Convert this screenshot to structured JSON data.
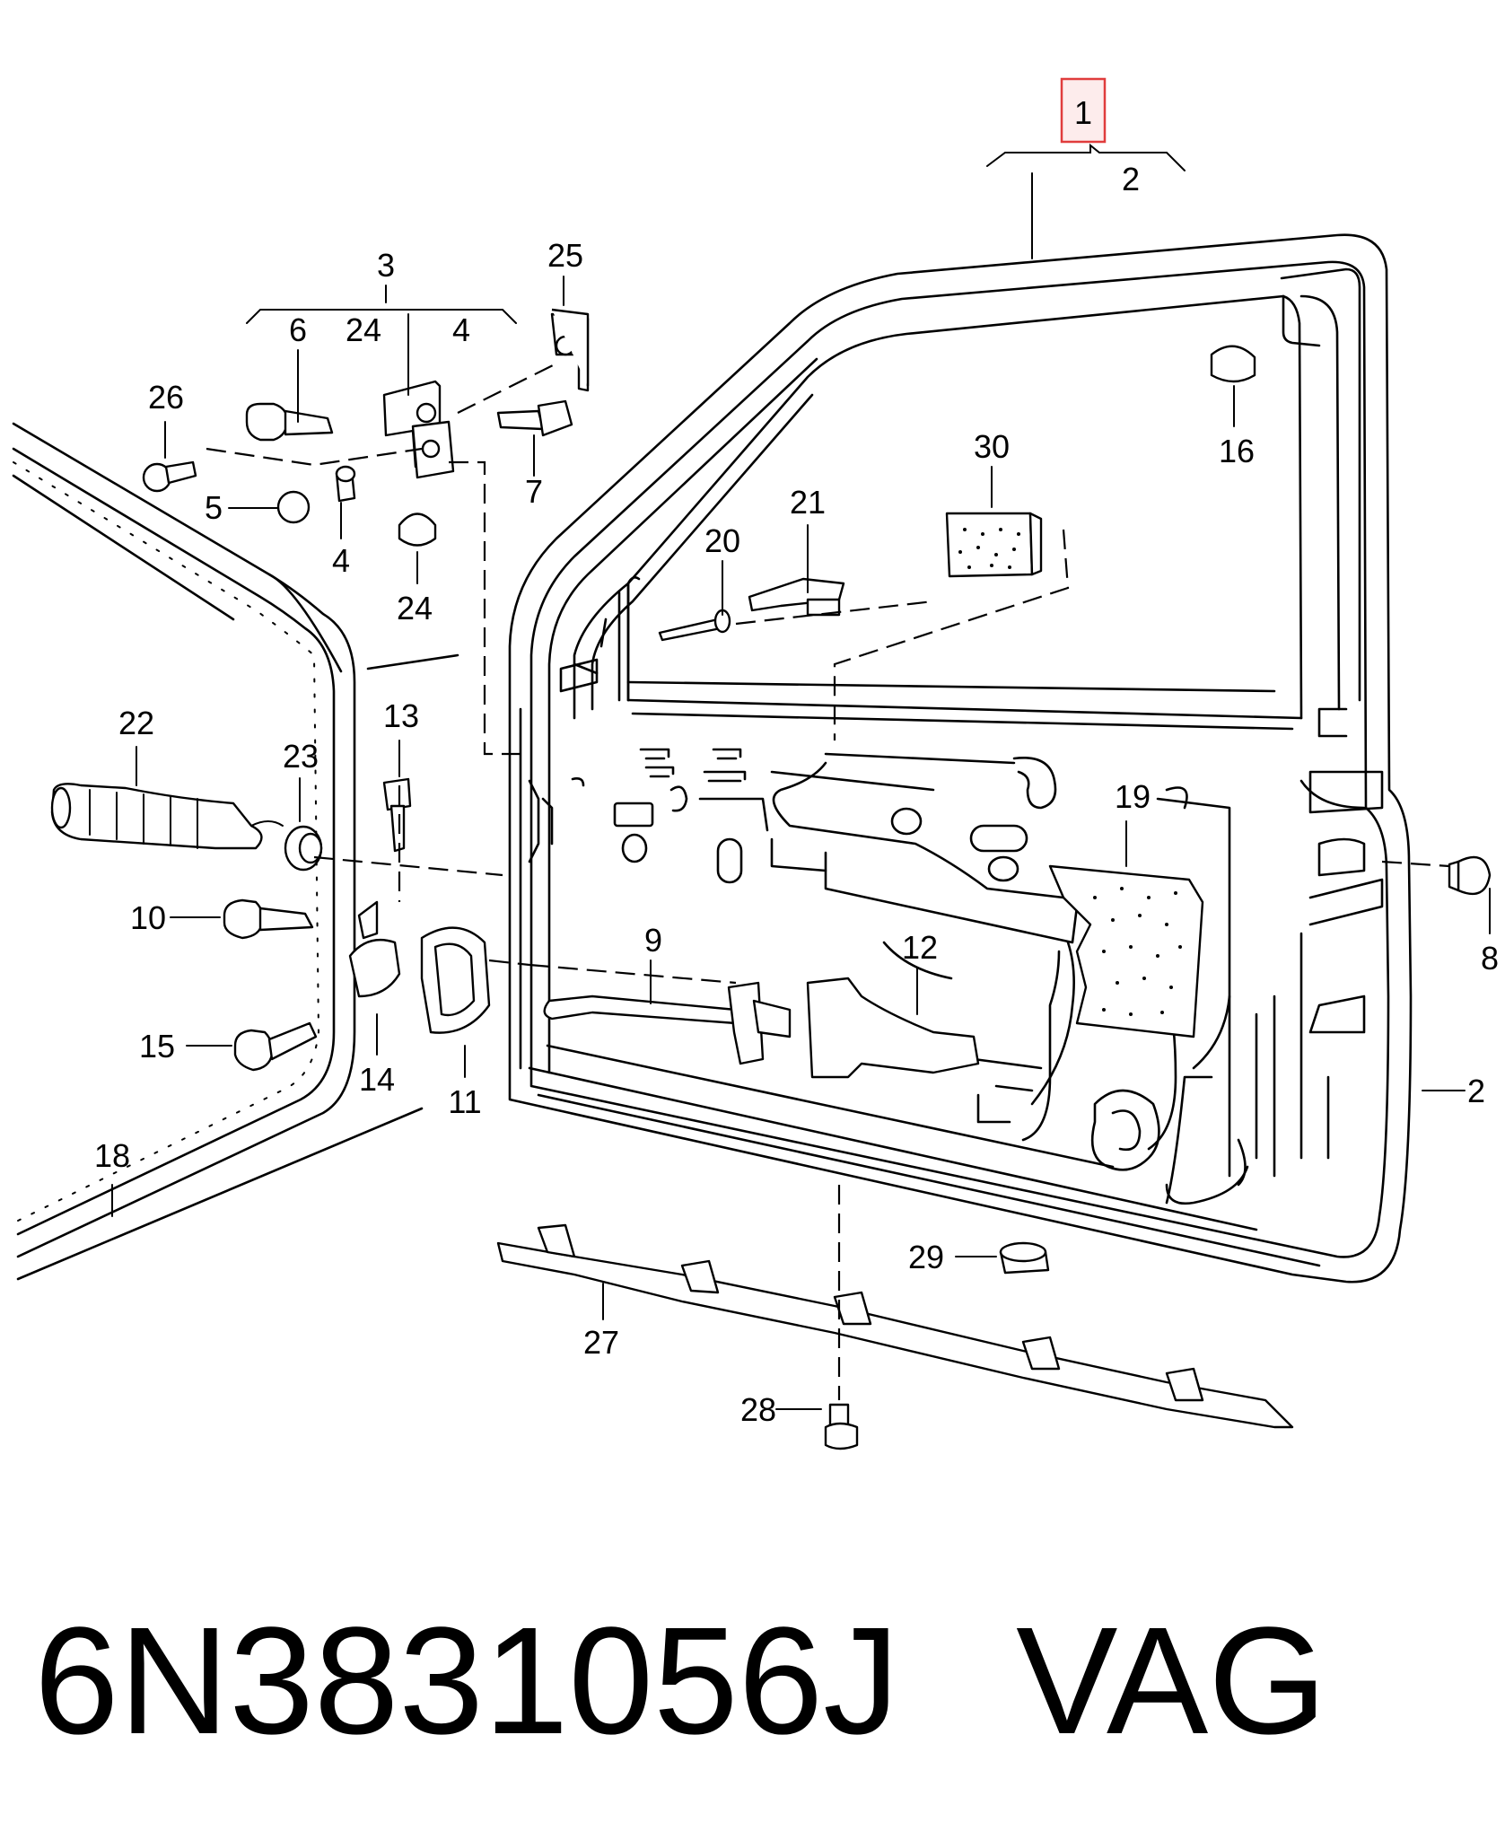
{
  "diagram": {
    "callouts": [
      {
        "id": "c1",
        "text": "1",
        "highlighted": true
      },
      {
        "id": "c2a",
        "text": "2"
      },
      {
        "id": "c2b",
        "text": "2"
      },
      {
        "id": "c3",
        "text": "3"
      },
      {
        "id": "c4a",
        "text": "4"
      },
      {
        "id": "c4b",
        "text": "4"
      },
      {
        "id": "c5",
        "text": "5"
      },
      {
        "id": "c6",
        "text": "6"
      },
      {
        "id": "c7",
        "text": "7"
      },
      {
        "id": "c8",
        "text": "8"
      },
      {
        "id": "c9",
        "text": "9"
      },
      {
        "id": "c10",
        "text": "10"
      },
      {
        "id": "c11",
        "text": "11"
      },
      {
        "id": "c12",
        "text": "12"
      },
      {
        "id": "c13",
        "text": "13"
      },
      {
        "id": "c14",
        "text": "14"
      },
      {
        "id": "c15",
        "text": "15"
      },
      {
        "id": "c16",
        "text": "16"
      },
      {
        "id": "c18",
        "text": "18"
      },
      {
        "id": "c19",
        "text": "19"
      },
      {
        "id": "c20",
        "text": "20"
      },
      {
        "id": "c21",
        "text": "21"
      },
      {
        "id": "c22",
        "text": "22"
      },
      {
        "id": "c23",
        "text": "23"
      },
      {
        "id": "c24a",
        "text": "24"
      },
      {
        "id": "c24b",
        "text": "24"
      },
      {
        "id": "c25",
        "text": "25"
      },
      {
        "id": "c26",
        "text": "26"
      },
      {
        "id": "c27",
        "text": "27"
      },
      {
        "id": "c28",
        "text": "28"
      },
      {
        "id": "c29",
        "text": "29"
      },
      {
        "id": "c30",
        "text": "30"
      }
    ],
    "highlight_color": "#e03c3c"
  },
  "caption": {
    "part_number": "6N3831056J",
    "brand": "VAG"
  }
}
